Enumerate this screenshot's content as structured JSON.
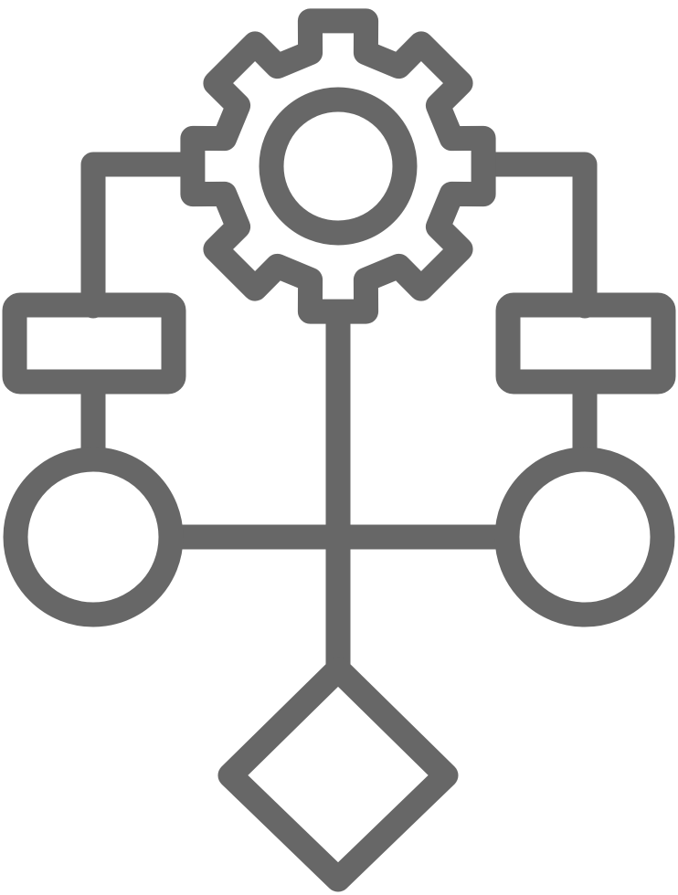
{
  "icon": {
    "name": "workflow-process-icon",
    "parts": [
      "gear-icon",
      "process-box",
      "connector-circle",
      "decision-diamond"
    ]
  },
  "colors": {
    "stroke": "#676767",
    "accent_fill": "#e6f6dc",
    "background": "#ffffff"
  }
}
